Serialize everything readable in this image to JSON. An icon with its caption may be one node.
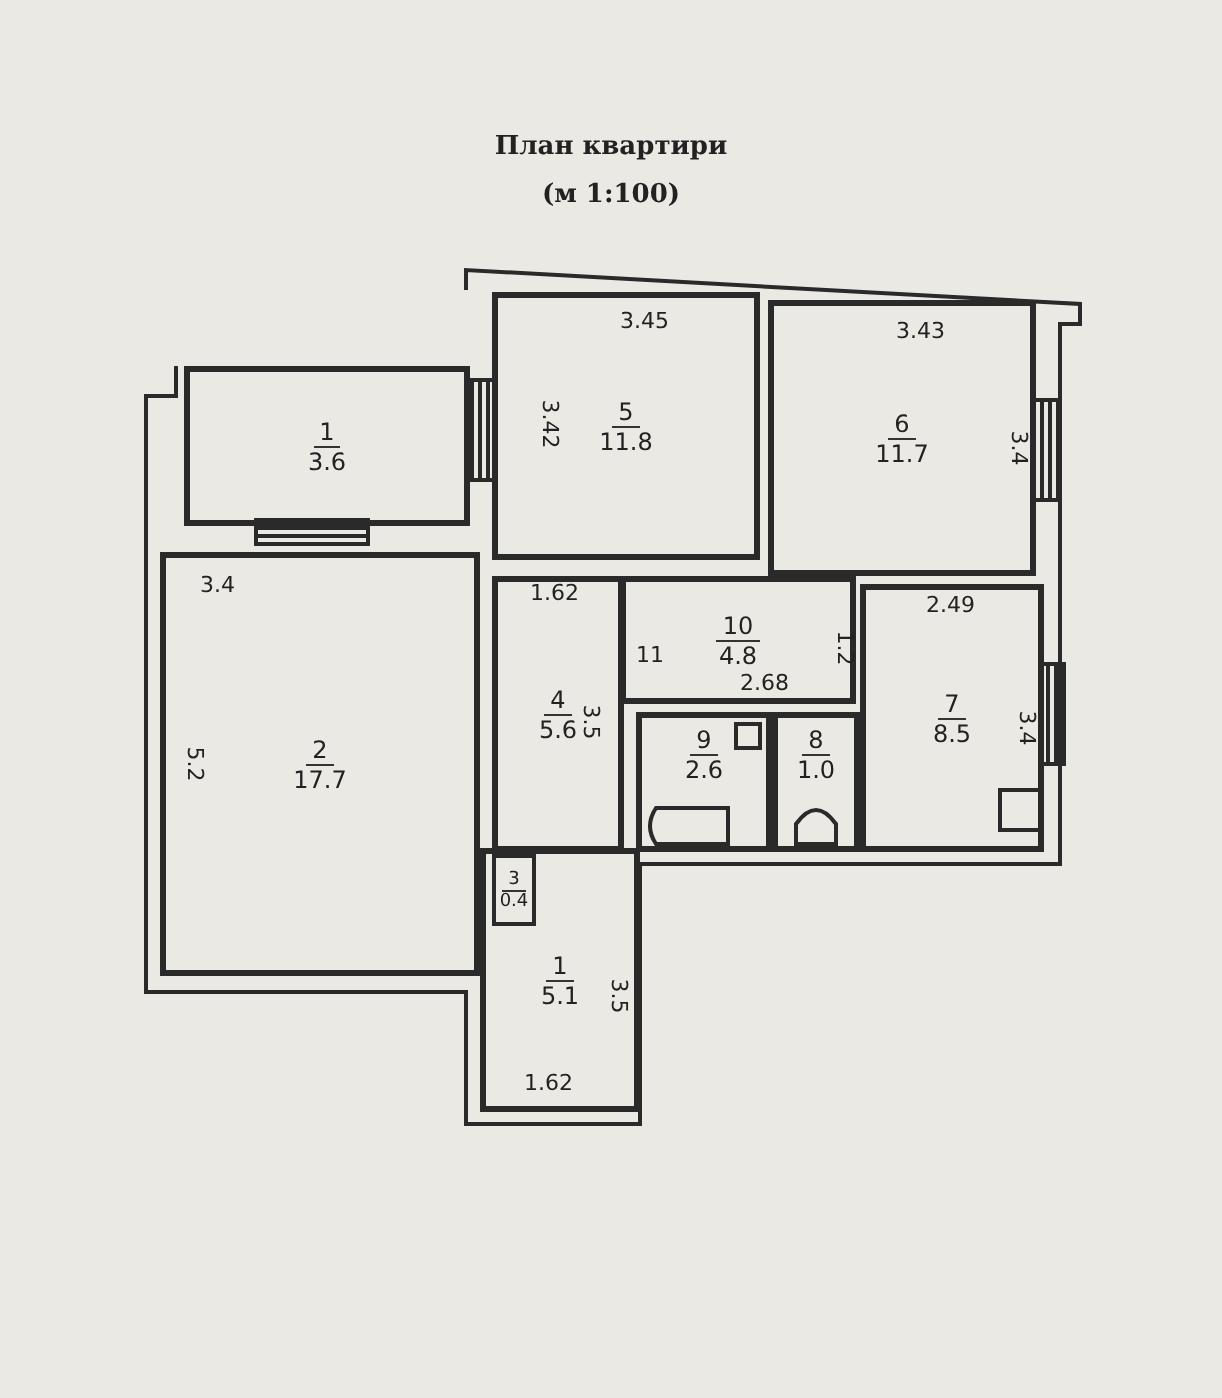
{
  "diagram": {
    "title": "План квартири",
    "nodes": [
      {
        "text": [
          "1",
          "3.6"
        ]
      },
      {
        "text": [
          "5",
          "11.8"
        ]
      },
      {
        "text": [
          "6",
          "11.7"
        ]
      },
      {
        "text": [
          "2",
          "17.7"
        ]
      },
      {
        "text": [
          "10",
          "4.8"
        ]
      },
      {
        "text": [
          "4",
          "5.6"
        ]
      },
      {
        "text": [
          "7",
          "8.5"
        ]
      },
      {
        "text": [
          "9",
          "2.6"
        ]
      },
      {
        "text": [
          "8",
          "1.0"
        ]
      },
      {
        "text": [
          "3",
          "0.4"
        ],
        "in": 10
      },
      {
        "text": [
          "1",
          "5.1"
        ]
      }
    ],
    "labels": [
      "(м 1:100)",
      "3.45",
      "3.43",
      "3.42",
      "3.4",
      "3.4",
      "1.62",
      "11",
      "2.49",
      "1.2",
      "5.2",
      "3.5",
      "2.68",
      "3.4",
      "3.5",
      "1.62"
    ]
  }
}
